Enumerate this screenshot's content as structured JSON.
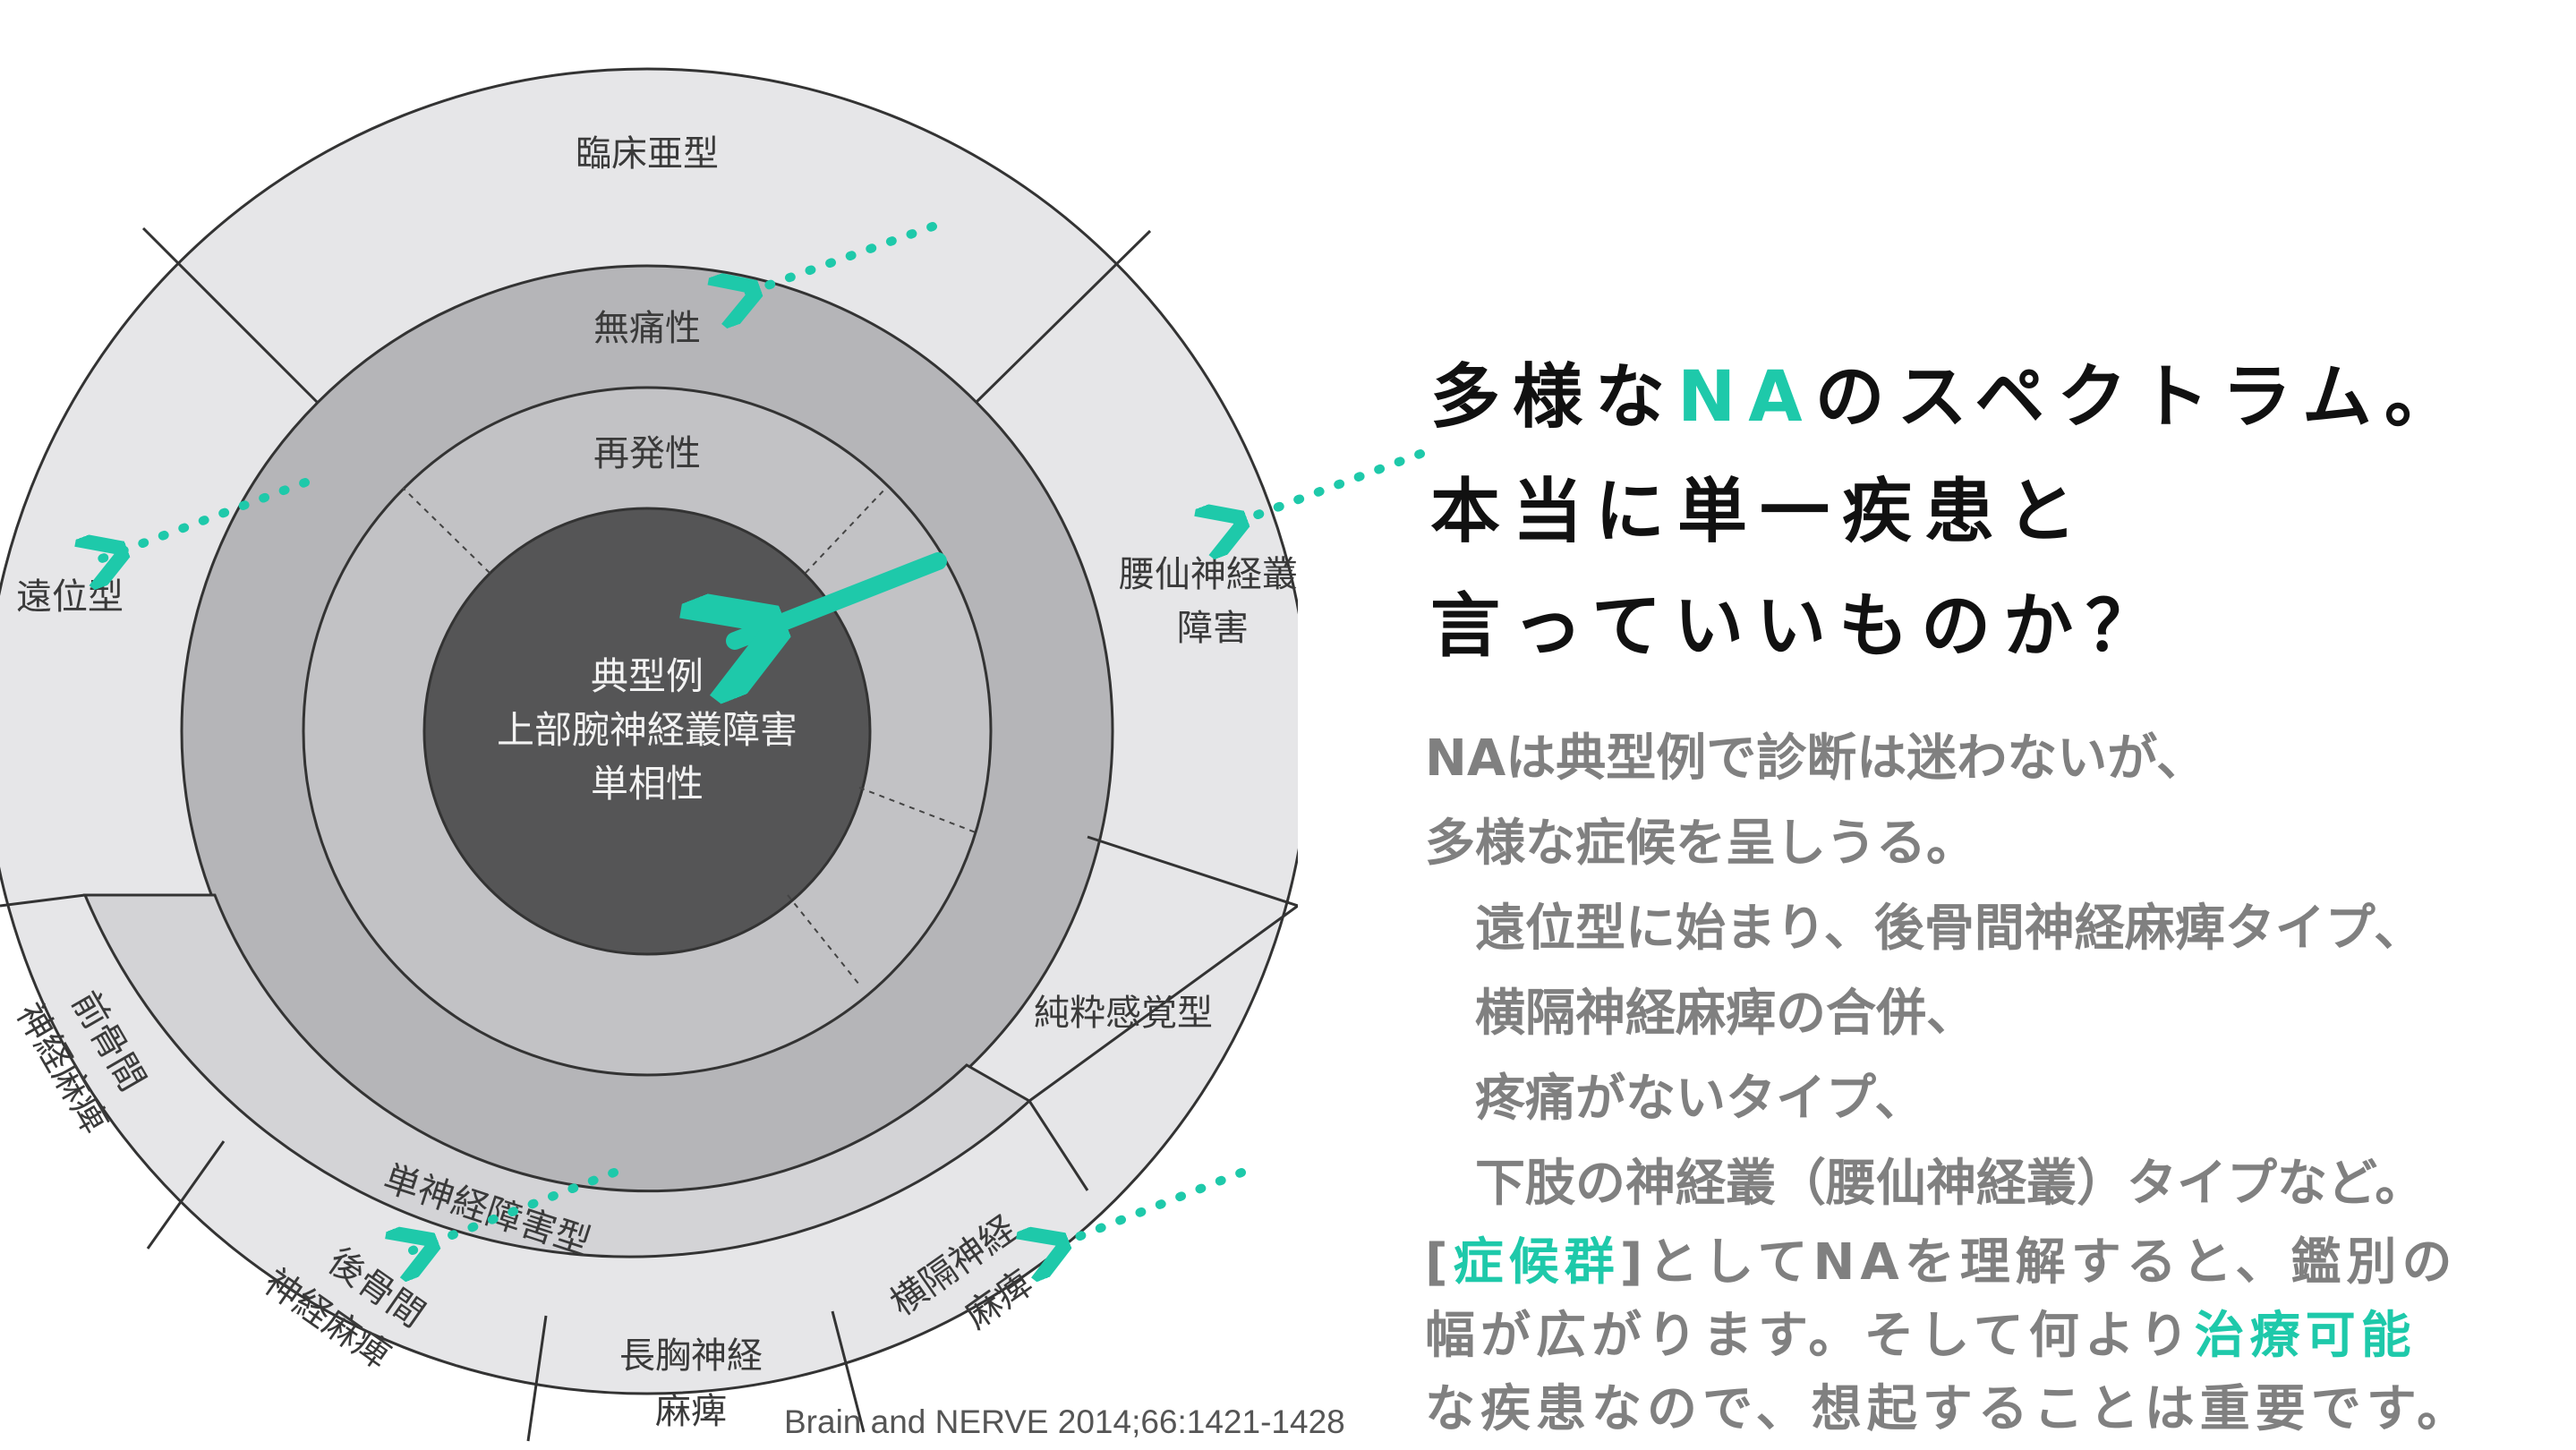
{
  "diagram": {
    "center": [
      "典型例",
      "上部腕神経叢障害",
      "単相性"
    ],
    "ring2": "再発性",
    "ring3": "無痛性",
    "outer_top": "臨床亜型",
    "distal": "遠位型",
    "lumbosacral": [
      "腰仙神経叢",
      "障害"
    ],
    "sensory": "純粋感覚型",
    "mono": "単神経障害型",
    "anterior_interosseous": [
      "前骨間",
      "神経麻痺"
    ],
    "posterior_interosseous": [
      "後骨間",
      "神経麻痺"
    ],
    "long_thoracic": [
      "長胸神経",
      "麻痺"
    ],
    "phrenic": [
      "横隔神経",
      "麻痺"
    ],
    "citation": "Brain and NERVE 2014;66:1421-1428"
  },
  "title": {
    "line1_a": "多様な",
    "line1_accent": "NA",
    "line1_b": "のスペクトラム。",
    "line2": "本当に単一疾患と",
    "line3": "言っていいものか？"
  },
  "body": {
    "l1": "NAは典型例で診断は迷わないが、",
    "l2": "多様な症候を呈しうる。",
    "l3": "遠位型に始まり、後骨間神経麻痺タイプ、",
    "l4": "横隔神経麻痺の合併、",
    "l5": "疼痛がないタイプ、",
    "l6": "下肢の神経叢（腰仙神経叢）タイプなど。",
    "l7_open": "[",
    "l7_accent": "症候群",
    "l7_rest": "]としてNAを理解すると、鑑別の",
    "l8_a": "幅が広がります。そして何より",
    "l8_accent": "治療可能",
    "l9": "な疾患なので、想起することは重要です。"
  },
  "colors": {
    "accent": "#1ec9aa",
    "title": "#111111",
    "body": "#808080"
  }
}
